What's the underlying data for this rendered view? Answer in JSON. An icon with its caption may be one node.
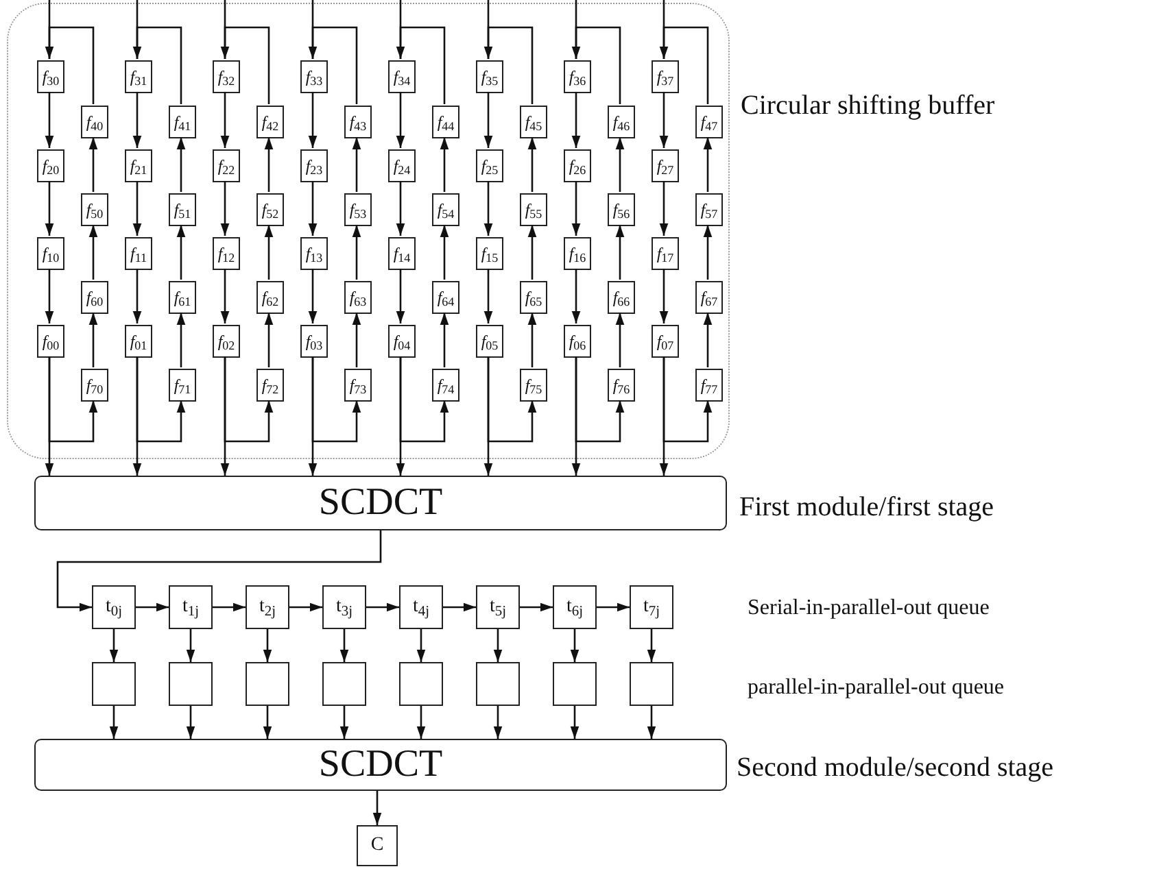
{
  "diagram": {
    "nodes": [
      {
        "text": [],
        "shape": "box",
        "beside": [
          "Circular shifting buffer"
        ]
      },
      {
        "text": [
          "*f*$_{30}$"
        ],
        "in": 0
      },
      {
        "text": [
          "*f*$_{40}$"
        ],
        "in": 0
      },
      {
        "text": [
          "*f*$_{20}$"
        ],
        "in": 0
      },
      {
        "text": [
          "*f*$_{50}$"
        ],
        "in": 0
      },
      {
        "text": [
          "*f*$_{10}$"
        ],
        "in": 0
      },
      {
        "text": [
          "*f*$_{60}$"
        ],
        "in": 0
      },
      {
        "text": [
          "*f*$_{00}$"
        ],
        "in": 0
      },
      {
        "text": [
          "*f*$_{70}$"
        ],
        "in": 0
      },
      {
        "text": [
          "*f*$_{31}$"
        ],
        "in": 0
      },
      {
        "text": [
          "*f*$_{41}$"
        ],
        "in": 0
      },
      {
        "text": [
          "*f*$_{21}$"
        ],
        "in": 0
      },
      {
        "text": [
          "*f*$_{51}$"
        ],
        "in": 0
      },
      {
        "text": [
          "*f*$_{11}$"
        ],
        "in": 0
      },
      {
        "text": [
          "*f*$_{61}$"
        ],
        "in": 0
      },
      {
        "text": [
          "*f*$_{01}$"
        ],
        "in": 0
      },
      {
        "text": [
          "*f*$_{71}$"
        ],
        "in": 0
      },
      {
        "text": [
          "*f*$_{32}$"
        ],
        "in": 0
      },
      {
        "text": [
          "*f*$_{42}$"
        ],
        "in": 0
      },
      {
        "text": [
          "*f*$_{22}$"
        ],
        "in": 0
      },
      {
        "text": [
          "*f*$_{52}$"
        ],
        "in": 0
      },
      {
        "text": [
          "*f*$_{12}$"
        ],
        "in": 0
      },
      {
        "text": [
          "*f*$_{62}$"
        ],
        "in": 0
      },
      {
        "text": [
          "*f*$_{02}$"
        ],
        "in": 0
      },
      {
        "text": [
          "*f*$_{72}$"
        ],
        "in": 0
      },
      {
        "text": [
          "*f*$_{33}$"
        ],
        "in": 0
      },
      {
        "text": [
          "*f*$_{43}$"
        ],
        "in": 0
      },
      {
        "text": [
          "*f*$_{23}$"
        ],
        "in": 0
      },
      {
        "text": [
          "*f*$_{53}$"
        ],
        "in": 0
      },
      {
        "text": [
          "*f*$_{13}$"
        ],
        "in": 0
      },
      {
        "text": [
          "*f*$_{63}$"
        ],
        "in": 0
      },
      {
        "text": [
          "*f*$_{03}$"
        ],
        "in": 0
      },
      {
        "text": [
          "*f*$_{73}$"
        ],
        "in": 0
      },
      {
        "text": [
          "*f*$_{34}$"
        ],
        "in": 0
      },
      {
        "text": [
          "*f*$_{44}$"
        ],
        "in": 0
      },
      {
        "text": [
          "*f*$_{24}$"
        ],
        "in": 0
      },
      {
        "text": [
          "*f*$_{54}$"
        ],
        "in": 0
      },
      {
        "text": [
          "*f*$_{14}$"
        ],
        "in": 0
      },
      {
        "text": [
          "*f*$_{64}$"
        ],
        "in": 0
      },
      {
        "text": [
          "*f*$_{04}$"
        ],
        "in": 0
      },
      {
        "text": [
          "*f*$_{74}$"
        ],
        "in": 0
      },
      {
        "text": [
          "*f*$_{35}$"
        ],
        "in": 0
      },
      {
        "text": [
          "*f*$_{45}$"
        ],
        "in": 0
      },
      {
        "text": [
          "*f*$_{25}$"
        ],
        "in": 0
      },
      {
        "text": [
          "*f*$_{55}$"
        ],
        "in": 0
      },
      {
        "text": [
          "*f*$_{15}$"
        ],
        "in": 0
      },
      {
        "text": [
          "*f*$_{65}$"
        ],
        "in": 0
      },
      {
        "text": [
          "*f*$_{05}$"
        ],
        "in": 0
      },
      {
        "text": [
          "*f*$_{75}$"
        ],
        "in": 0
      },
      {
        "text": [
          "*f*$_{36}$"
        ],
        "in": 0
      },
      {
        "text": [
          "*f*$_{46}$"
        ],
        "in": 0
      },
      {
        "text": [
          "*f*$_{26}$"
        ],
        "in": 0
      },
      {
        "text": [
          "*f*$_{56}$"
        ],
        "in": 0
      },
      {
        "text": [
          "*f*$_{16}$"
        ],
        "in": 0
      },
      {
        "text": [
          "*f*$_{66}$"
        ],
        "in": 0
      },
      {
        "text": [
          "*f*$_{06}$"
        ],
        "in": 0
      },
      {
        "text": [
          "*f*$_{76}$"
        ],
        "in": 0
      },
      {
        "text": [
          "*f*$_{37}$"
        ],
        "in": 0
      },
      {
        "text": [
          "*f*$_{47}$"
        ],
        "in": 0
      },
      {
        "text": [
          "*f*$_{27}$"
        ],
        "in": 0
      },
      {
        "text": [
          "*f*$_{57}$"
        ],
        "in": 0
      },
      {
        "text": [
          "*f*$_{17}$"
        ],
        "in": 0
      },
      {
        "text": [
          "*f*$_{67}$"
        ],
        "in": 0
      },
      {
        "text": [
          "*f*$_{07}$"
        ],
        "in": 0
      },
      {
        "text": [
          "*f*$_{77}$"
        ],
        "in": 0
      },
      {
        "text": [
          "SCDCT"
        ],
        "beside": [
          "First module/first stage"
        ]
      },
      {
        "text": [
          "t$_{0j}$"
        ]
      },
      {
        "text": [
          "t$_{1j}$"
        ]
      },
      {
        "text": [
          "t$_{2j}$"
        ]
      },
      {
        "text": [
          "t$_{3j}$"
        ]
      },
      {
        "text": [
          "t$_{4j}$"
        ]
      },
      {
        "text": [
          "t$_{5j}$"
        ]
      },
      {
        "text": [
          "t$_{6j}$"
        ]
      },
      {
        "text": [
          "t$_{7j}$"
        ]
      },
      {
        "text": [],
        "shape": "box"
      },
      {
        "text": [],
        "shape": "box"
      },
      {
        "text": [],
        "shape": "box"
      },
      {
        "text": [],
        "shape": "box"
      },
      {
        "text": [],
        "shape": "box"
      },
      {
        "text": [],
        "shape": "box"
      },
      {
        "text": [],
        "shape": "box"
      },
      {
        "text": [],
        "shape": "box"
      },
      {
        "text": [
          "SCDCT"
        ],
        "beside": [
          "Second module/second stage"
        ]
      },
      {
        "text": [
          "C"
        ]
      }
    ],
    "edges": [
      {
        "from": null,
        "to": 1,
        "arrow": "to"
      },
      {
        "from": 1,
        "to": 3,
        "arrow": "to"
      },
      {
        "from": 3,
        "to": 5,
        "arrow": "to"
      },
      {
        "from": 5,
        "to": 7,
        "arrow": "to"
      },
      {
        "from": 7,
        "to": 65,
        "arrow": "to"
      },
      {
        "from": 7,
        "to": 8,
        "arrow": "to"
      },
      {
        "from": 8,
        "to": 6,
        "arrow": "to"
      },
      {
        "from": 6,
        "to": 4,
        "arrow": "to"
      },
      {
        "from": 4,
        "to": 2,
        "arrow": "to"
      },
      {
        "from": 2,
        "to": 1,
        "arrow": "none"
      },
      {
        "from": null,
        "to": 9,
        "arrow": "to"
      },
      {
        "from": 9,
        "to": 11,
        "arrow": "to"
      },
      {
        "from": 11,
        "to": 13,
        "arrow": "to"
      },
      {
        "from": 13,
        "to": 15,
        "arrow": "to"
      },
      {
        "from": 15,
        "to": 65,
        "arrow": "to"
      },
      {
        "from": 15,
        "to": 16,
        "arrow": "to"
      },
      {
        "from": 16,
        "to": 14,
        "arrow": "to"
      },
      {
        "from": 14,
        "to": 12,
        "arrow": "to"
      },
      {
        "from": 12,
        "to": 10,
        "arrow": "to"
      },
      {
        "from": 10,
        "to": 9,
        "arrow": "none"
      },
      {
        "from": null,
        "to": 17,
        "arrow": "to"
      },
      {
        "from": 17,
        "to": 19,
        "arrow": "to"
      },
      {
        "from": 19,
        "to": 21,
        "arrow": "to"
      },
      {
        "from": 21,
        "to": 23,
        "arrow": "to"
      },
      {
        "from": 23,
        "to": 65,
        "arrow": "to"
      },
      {
        "from": 23,
        "to": 24,
        "arrow": "to"
      },
      {
        "from": 24,
        "to": 22,
        "arrow": "to"
      },
      {
        "from": 22,
        "to": 20,
        "arrow": "to"
      },
      {
        "from": 20,
        "to": 18,
        "arrow": "to"
      },
      {
        "from": 18,
        "to": 17,
        "arrow": "none"
      },
      {
        "from": null,
        "to": 25,
        "arrow": "to"
      },
      {
        "from": 25,
        "to": 27,
        "arrow": "to"
      },
      {
        "from": 27,
        "to": 29,
        "arrow": "to"
      },
      {
        "from": 29,
        "to": 31,
        "arrow": "to"
      },
      {
        "from": 31,
        "to": 65,
        "arrow": "to"
      },
      {
        "from": 31,
        "to": 32,
        "arrow": "to"
      },
      {
        "from": 32,
        "to": 30,
        "arrow": "to"
      },
      {
        "from": 30,
        "to": 28,
        "arrow": "to"
      },
      {
        "from": 28,
        "to": 26,
        "arrow": "to"
      },
      {
        "from": 26,
        "to": 25,
        "arrow": "none"
      },
      {
        "from": null,
        "to": 33,
        "arrow": "to"
      },
      {
        "from": 33,
        "to": 35,
        "arrow": "to"
      },
      {
        "from": 35,
        "to": 37,
        "arrow": "to"
      },
      {
        "from": 37,
        "to": 39,
        "arrow": "to"
      },
      {
        "from": 39,
        "to": 65,
        "arrow": "to"
      },
      {
        "from": 39,
        "to": 40,
        "arrow": "to"
      },
      {
        "from": 40,
        "to": 38,
        "arrow": "to"
      },
      {
        "from": 38,
        "to": 36,
        "arrow": "to"
      },
      {
        "from": 36,
        "to": 34,
        "arrow": "to"
      },
      {
        "from": 34,
        "to": 33,
        "arrow": "none"
      },
      {
        "from": null,
        "to": 41,
        "arrow": "to"
      },
      {
        "from": 41,
        "to": 43,
        "arrow": "to"
      },
      {
        "from": 43,
        "to": 45,
        "arrow": "to"
      },
      {
        "from": 45,
        "to": 47,
        "arrow": "to"
      },
      {
        "from": 47,
        "to": 65,
        "arrow": "to"
      },
      {
        "from": 47,
        "to": 48,
        "arrow": "to"
      },
      {
        "from": 48,
        "to": 46,
        "arrow": "to"
      },
      {
        "from": 46,
        "to": 44,
        "arrow": "to"
      },
      {
        "from": 44,
        "to": 42,
        "arrow": "to"
      },
      {
        "from": 42,
        "to": 41,
        "arrow": "none"
      },
      {
        "from": null,
        "to": 49,
        "arrow": "to"
      },
      {
        "from": 49,
        "to": 51,
        "arrow": "to"
      },
      {
        "from": 51,
        "to": 53,
        "arrow": "to"
      },
      {
        "from": 53,
        "to": 55,
        "arrow": "to"
      },
      {
        "from": 55,
        "to": 65,
        "arrow": "to"
      },
      {
        "from": 55,
        "to": 56,
        "arrow": "to"
      },
      {
        "from": 56,
        "to": 54,
        "arrow": "to"
      },
      {
        "from": 54,
        "to": 52,
        "arrow": "to"
      },
      {
        "from": 52,
        "to": 50,
        "arrow": "to"
      },
      {
        "from": 50,
        "to": 49,
        "arrow": "none"
      },
      {
        "from": null,
        "to": 57,
        "arrow": "to"
      },
      {
        "from": 57,
        "to": 59,
        "arrow": "to"
      },
      {
        "from": 59,
        "to": 61,
        "arrow": "to"
      },
      {
        "from": 61,
        "to": 63,
        "arrow": "to"
      },
      {
        "from": 63,
        "to": 65,
        "arrow": "to"
      },
      {
        "from": 63,
        "to": 64,
        "arrow": "to"
      },
      {
        "from": 64,
        "to": 62,
        "arrow": "to"
      },
      {
        "from": 62,
        "to": 60,
        "arrow": "to"
      },
      {
        "from": 60,
        "to": 58,
        "arrow": "to"
      },
      {
        "from": 58,
        "to": 57,
        "arrow": "none"
      },
      {
        "from": 65,
        "to": 66,
        "arrow": "to"
      },
      {
        "from": 66,
        "to": 67,
        "arrow": "to"
      },
      {
        "from": 67,
        "to": 68,
        "arrow": "to"
      },
      {
        "from": 68,
        "to": 69,
        "arrow": "to"
      },
      {
        "from": 69,
        "to": 70,
        "arrow": "to"
      },
      {
        "from": 70,
        "to": 71,
        "arrow": "to"
      },
      {
        "from": 71,
        "to": 72,
        "arrow": "to"
      },
      {
        "from": 72,
        "to": 73,
        "arrow": "to"
      },
      {
        "from": 66,
        "to": 74,
        "arrow": "to"
      },
      {
        "from": 67,
        "to": 75,
        "arrow": "to"
      },
      {
        "from": 68,
        "to": 76,
        "arrow": "to"
      },
      {
        "from": 69,
        "to": 77,
        "arrow": "to"
      },
      {
        "from": 70,
        "to": 78,
        "arrow": "to"
      },
      {
        "from": 71,
        "to": 79,
        "arrow": "to"
      },
      {
        "from": 72,
        "to": 80,
        "arrow": "to"
      },
      {
        "from": 73,
        "to": 81,
        "arrow": "to"
      },
      {
        "from": 74,
        "to": 82,
        "arrow": "to"
      },
      {
        "from": 75,
        "to": 82,
        "arrow": "to"
      },
      {
        "from": 76,
        "to": 82,
        "arrow": "to"
      },
      {
        "from": 77,
        "to": 82,
        "arrow": "to"
      },
      {
        "from": 78,
        "to": 82,
        "arrow": "to"
      },
      {
        "from": 79,
        "to": 82,
        "arrow": "to"
      },
      {
        "from": 80,
        "to": 82,
        "arrow": "to"
      },
      {
        "from": 81,
        "to": 82,
        "arrow": "to"
      },
      {
        "from": 82,
        "to": 83,
        "arrow": "to"
      }
    ],
    "labels": [
      "Serial-in-parallel-out queue",
      "parallel-in-parallel-out queue"
    ]
  }
}
